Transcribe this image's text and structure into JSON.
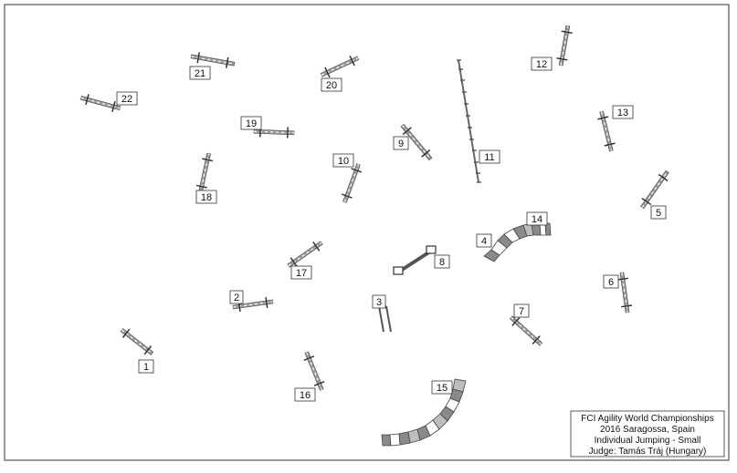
{
  "course_map": {
    "obstacles": [
      {
        "number": "1",
        "kind": "hurdle"
      },
      {
        "number": "2",
        "kind": "hurdle"
      },
      {
        "number": "3",
        "kind": "weave-entry"
      },
      {
        "number": "4",
        "kind": "tunnel-entry"
      },
      {
        "number": "5",
        "kind": "hurdle"
      },
      {
        "number": "6",
        "kind": "hurdle"
      },
      {
        "number": "7",
        "kind": "hurdle"
      },
      {
        "number": "8",
        "kind": "tire"
      },
      {
        "number": "9",
        "kind": "hurdle"
      },
      {
        "number": "10",
        "kind": "hurdle"
      },
      {
        "number": "11",
        "kind": "weave-poles"
      },
      {
        "number": "12",
        "kind": "hurdle"
      },
      {
        "number": "13",
        "kind": "hurdle"
      },
      {
        "number": "14",
        "kind": "tunnel"
      },
      {
        "number": "15",
        "kind": "tunnel"
      },
      {
        "number": "16",
        "kind": "hurdle"
      },
      {
        "number": "17",
        "kind": "hurdle"
      },
      {
        "number": "18",
        "kind": "hurdle"
      },
      {
        "number": "19",
        "kind": "hurdle"
      },
      {
        "number": "20",
        "kind": "hurdle"
      },
      {
        "number": "21",
        "kind": "hurdle"
      },
      {
        "number": "22",
        "kind": "hurdle"
      }
    ],
    "info_box": {
      "line1": "FCI Agility World Championships",
      "line2": "2016  Saragossa, Spain",
      "line3": "Individual Jumping - Small",
      "line4": "Judge: Tamás Tráj (Hungary)"
    },
    "colors": {
      "frame": "#555555",
      "bar": "#9a9a9a",
      "bar_stripe": "#ffffff",
      "tunnel_dark": "#8a8a8a",
      "tunnel_light": "#ffffff",
      "label_border": "#333333"
    }
  }
}
